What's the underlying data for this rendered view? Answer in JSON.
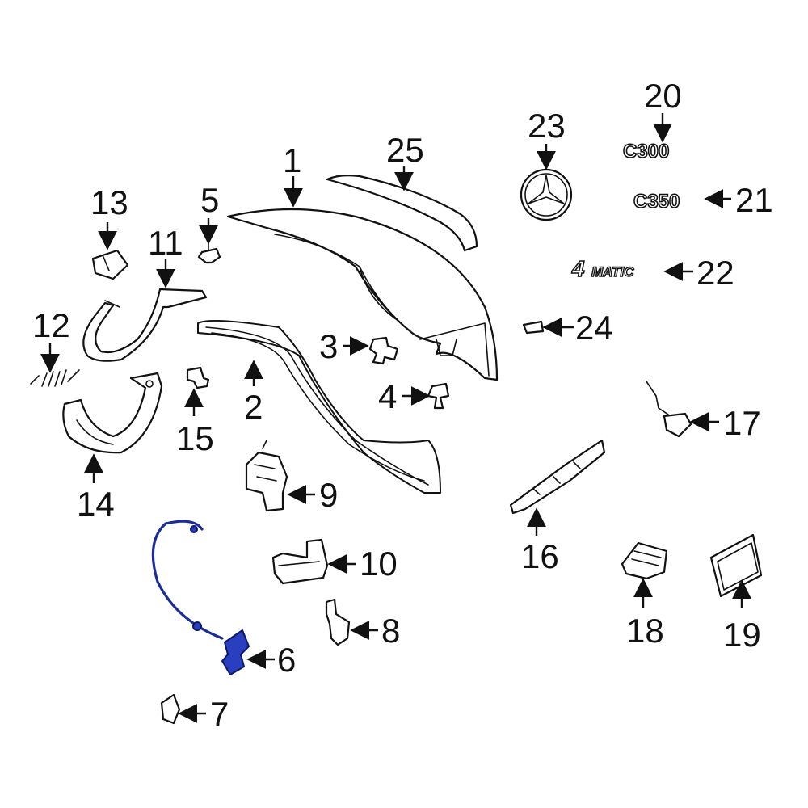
{
  "callouts": {
    "c1": "1",
    "c2": "2",
    "c3": "3",
    "c4": "4",
    "c5": "5",
    "c6": "6",
    "c7": "7",
    "c8": "8",
    "c9": "9",
    "c10": "10",
    "c11": "11",
    "c12": "12",
    "c13": "13",
    "c14": "14",
    "c15": "15",
    "c16": "16",
    "c17": "17",
    "c18": "18",
    "c19": "19",
    "c20": "20",
    "c21": "21",
    "c22": "22",
    "c23": "23",
    "c24": "24",
    "c25": "25"
  },
  "badges": {
    "c300": "C300",
    "c350": "C350",
    "matic_digit": "4",
    "matic_word": "MATIC"
  },
  "colors": {
    "highlight": "#2a3fbf",
    "line": "#111111"
  }
}
